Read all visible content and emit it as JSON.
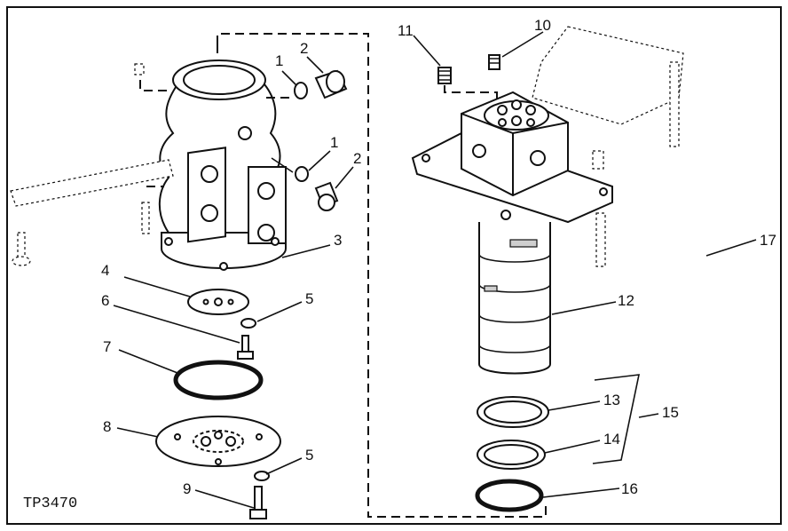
{
  "figure": {
    "code": "TP3470",
    "callouts": [
      "1",
      "2",
      "1",
      "2",
      "3",
      "4",
      "5",
      "6",
      "7",
      "8",
      "5",
      "9",
      "10",
      "11",
      "12",
      "13",
      "14",
      "15",
      "16",
      "17"
    ]
  }
}
